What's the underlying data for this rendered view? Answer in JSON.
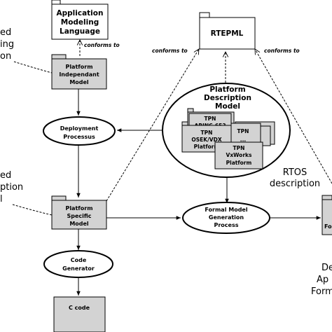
{
  "nodes": {
    "aml": {
      "line1": "Application",
      "line2": "Modeling",
      "line3": "Language"
    },
    "pim": {
      "line1": "Platform",
      "line2": "Independant",
      "line3": "Model"
    },
    "deploy": {
      "line1": "Deployment",
      "line2": "Processus"
    },
    "psm": {
      "line1": "Platform",
      "line2": "Specific",
      "line3": "Model"
    },
    "codegen": {
      "line1": "Code",
      "line2": "Generator"
    },
    "ccode": {
      "label": "C code"
    },
    "rtepml": {
      "label": "RTEPML"
    },
    "pdm": {
      "line1": "Platform",
      "line2": "Description",
      "line3": "Model"
    },
    "tpn_arinc": {
      "line1": "TPN",
      "line2": "ARINC-653"
    },
    "tpn_osek": {
      "line1": "TPN",
      "line2": "OSEK/VDX",
      "line3": "Platform"
    },
    "tpn_dots": {
      "line1": "TPN",
      "line2": "..."
    },
    "tpn_vx": {
      "line1": "TPN",
      "line2": "VxWorks",
      "line3": "Platform"
    },
    "rtos": {
      "line1": "RTOS",
      "line2": "description"
    },
    "fmgp": {
      "line1": "Formal Model",
      "line2": "Generation",
      "line3": "Process"
    },
    "right_box": {
      "label": "Fo"
    }
  },
  "edge_labels": {
    "conforms_pim": "conforms to",
    "conforms_left": "conforms to",
    "conforms_right": "conforms to"
  },
  "clipped_text": {
    "left_top": [
      "ed",
      "ing",
      "on"
    ],
    "left_mid": [
      "ed",
      "ption",
      "l"
    ],
    "right_bottom": [
      "De",
      "Ap",
      "Form"
    ]
  }
}
